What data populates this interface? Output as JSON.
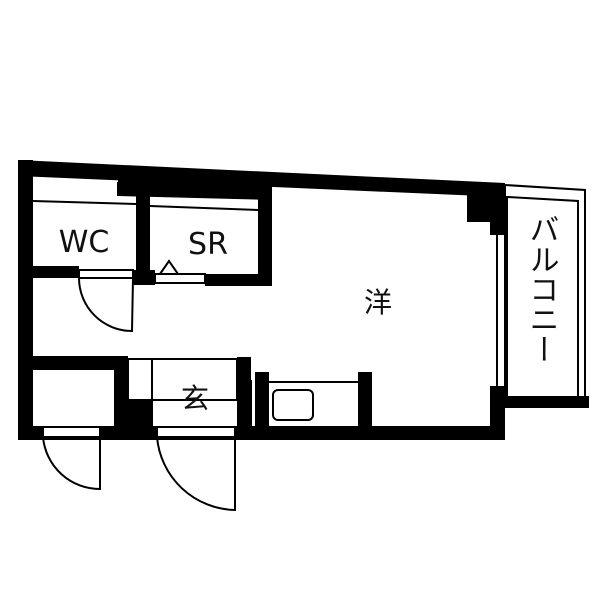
{
  "floor_plan": {
    "rooms": {
      "wc": {
        "label": "WC"
      },
      "storage": {
        "label": "SR"
      },
      "western_room": {
        "label": "洋"
      },
      "entrance": {
        "label": "玄"
      },
      "balcony": {
        "label": "バルコニー"
      }
    },
    "colors": {
      "wall": "#000000",
      "background": "#ffffff",
      "line": "#000000"
    }
  }
}
